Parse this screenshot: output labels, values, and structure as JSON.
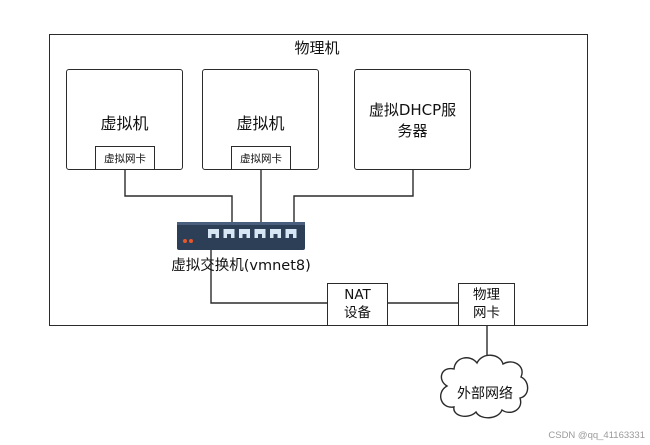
{
  "host": {
    "label": "物理机"
  },
  "vm1": {
    "label": "虚拟机",
    "nic_label": "虚拟网卡"
  },
  "vm2": {
    "label": "虚拟机",
    "nic_label": "虚拟网卡"
  },
  "dhcp": {
    "label": "虚拟DHCP服务器"
  },
  "switch": {
    "label": "虚拟交换机(vmnet8)",
    "port_count": 6
  },
  "nat": {
    "label": "NAT设备"
  },
  "physical_nic": {
    "label": "物理网卡"
  },
  "internet": {
    "label": "外部网络"
  },
  "watermark": {
    "text": "CSDN @qq_41163331"
  },
  "colors": {
    "line": "#2b2b2b",
    "switch_body": "#2d3e57",
    "switch_port": "#d7e6f5",
    "switch_led": "#e8562a"
  }
}
